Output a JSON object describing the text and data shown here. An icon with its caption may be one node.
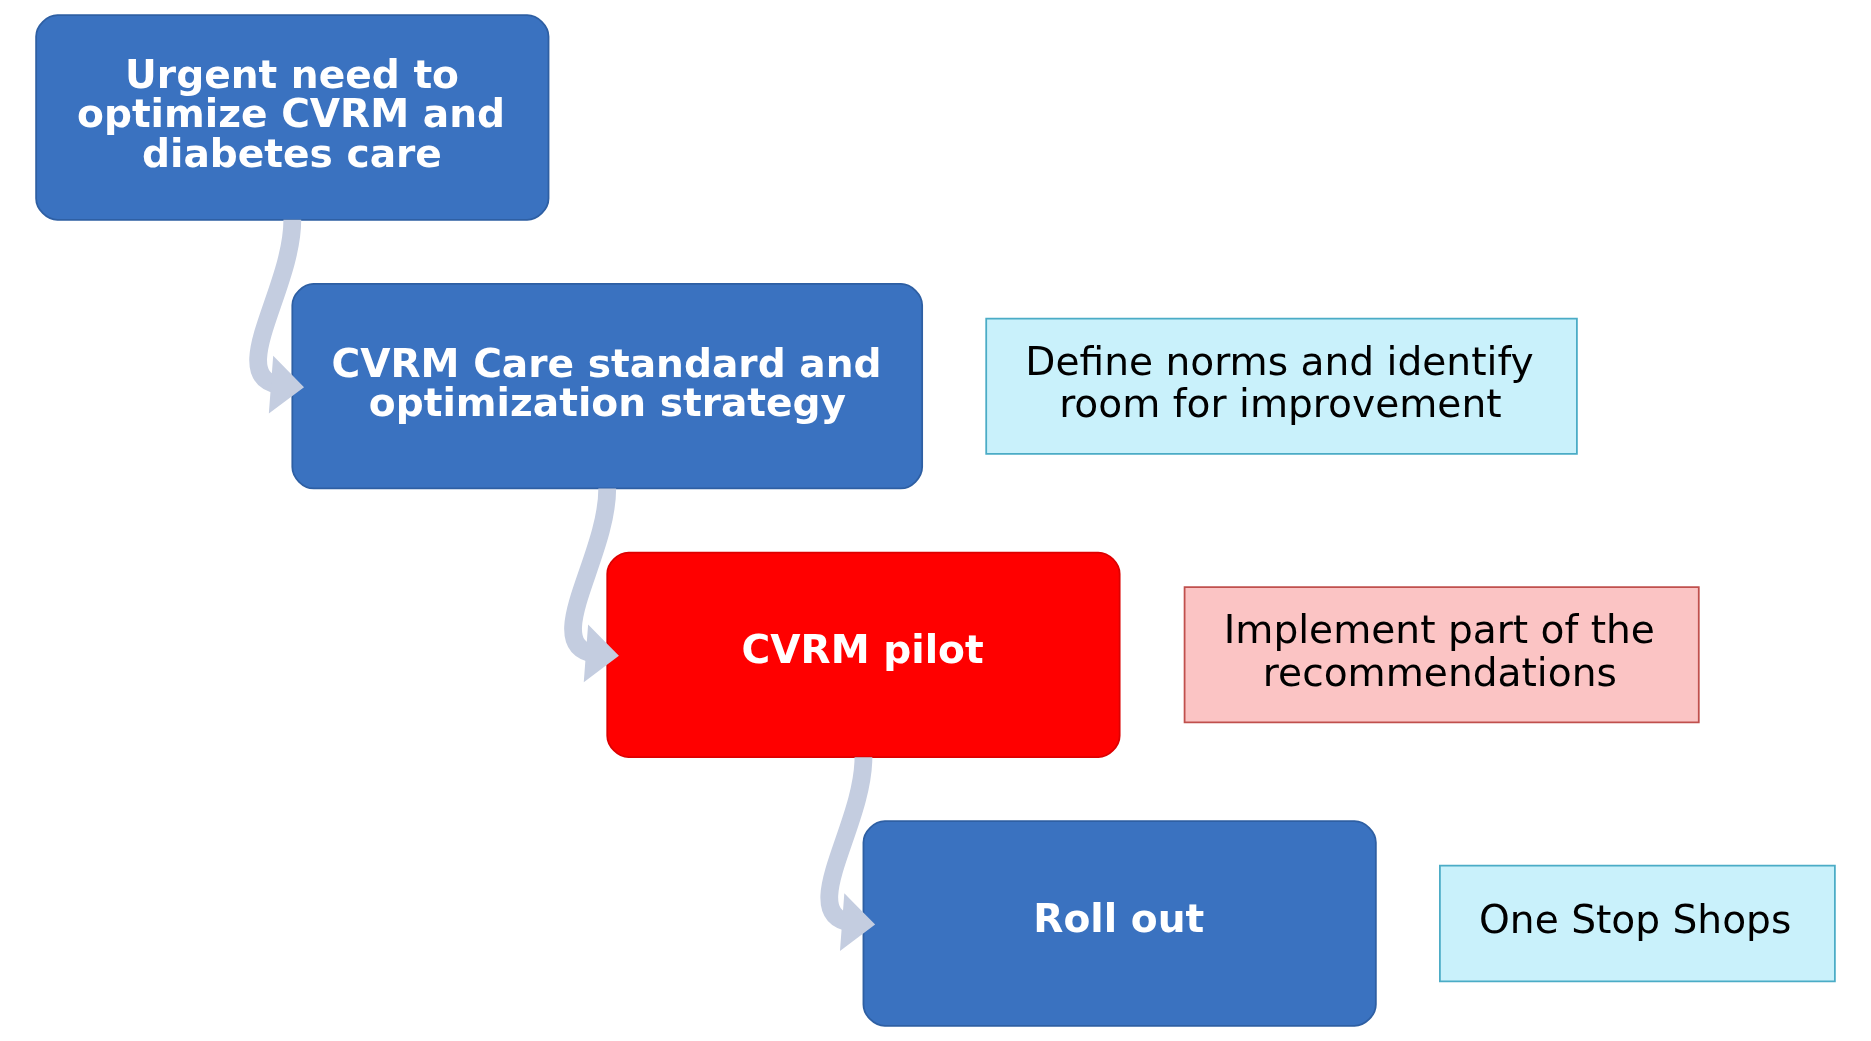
{
  "diagram": {
    "nodes": [
      {
        "text": [
          "Urgent need to optimize CVRM and diabetes care"
        ]
      },
      {
        "text": [
          "CVRM Care standard and optimization strategy"
        ]
      },
      {
        "text": [
          "Define norms and identify room for improvement"
        ]
      },
      {
        "text": [
          "CVRM pilot"
        ]
      },
      {
        "text": [
          "Implement part of the recommendations"
        ]
      },
      {
        "text": [
          "Roll out"
        ]
      },
      {
        "text": [
          "One Stop Shops"
        ]
      }
    ],
    "edges": [
      {
        "from": 0,
        "to": 1,
        "arrow": "to"
      },
      {
        "from": 1,
        "to": 3,
        "arrow": "to"
      },
      {
        "from": 3,
        "to": 5,
        "arrow": "to"
      }
    ]
  }
}
